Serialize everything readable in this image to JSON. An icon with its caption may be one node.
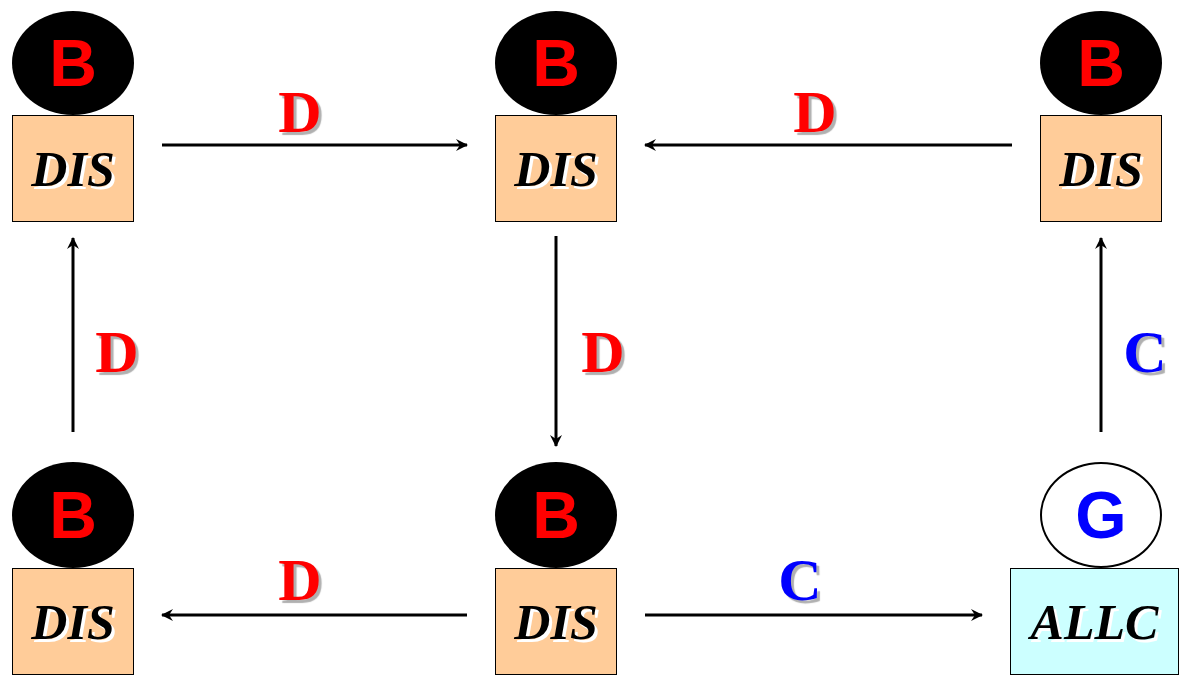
{
  "diagram": {
    "nodes": [
      {
        "text": [
          "B"
        ]
      },
      {
        "text": [
          "DIS"
        ]
      },
      {
        "text": [
          "B"
        ]
      },
      {
        "text": [
          "DIS"
        ]
      },
      {
        "text": [
          "B"
        ]
      },
      {
        "text": [
          "DIS"
        ]
      },
      {
        "text": [
          "B"
        ]
      },
      {
        "text": [
          "DIS"
        ]
      },
      {
        "text": [
          "B"
        ]
      },
      {
        "text": [
          "DIS"
        ]
      },
      {
        "text": [
          "G"
        ]
      },
      {
        "text": [
          "ALLC"
        ]
      }
    ],
    "edges": [
      {
        "from": 1,
        "to": 3,
        "arrow": "to",
        "label": "D"
      },
      {
        "from": 5,
        "to": 3,
        "arrow": "to",
        "label": "D"
      },
      {
        "from": 3,
        "to": 8,
        "arrow": "to",
        "label": "D"
      },
      {
        "from": 9,
        "to": 7,
        "arrow": "to",
        "label": "D"
      },
      {
        "from": 6,
        "to": 1,
        "arrow": "to",
        "label": "D"
      },
      {
        "from": 9,
        "to": 11,
        "arrow": "to",
        "label": "C"
      },
      {
        "from": 10,
        "to": 5,
        "arrow": "to",
        "label": "C"
      }
    ]
  }
}
